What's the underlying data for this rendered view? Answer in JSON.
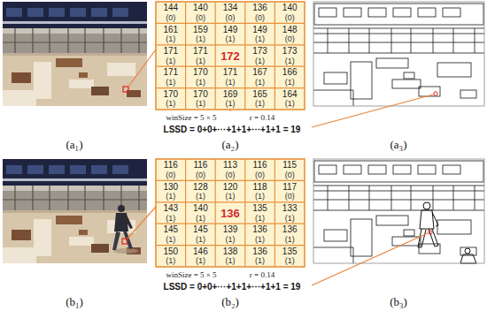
{
  "diagram": {
    "labels": [
      "144",
      "(0)",
      "140",
      "(0)",
      "134",
      "(0)",
      "136",
      "(0)",
      "140",
      "(0)",
      "161",
      "(1)",
      "159",
      "(1)",
      "149",
      "(1)",
      "149",
      "(1)",
      "148",
      "(0)",
      "171",
      "(1)",
      "171",
      "(1)",
      "172",
      "173",
      "(1)",
      "173",
      "(1)",
      "171",
      "(1)",
      "170",
      "(1)",
      "171",
      "(1)",
      "167",
      "(1)",
      "166",
      "(1)",
      "170",
      "(1)",
      "170",
      "(1)",
      "169",
      "(1)",
      "165",
      "(1)",
      "164",
      "(1)",
      "winSize = 5 × 5",
      "r = 0.14",
      "LSSD = 0+0+⋯+1+1+⋯+1+1 = 19",
      "(a₁)",
      "(a₂)",
      "(a₃)",
      "116",
      "(0)",
      "116",
      "(0)",
      "113",
      "(0)",
      "116",
      "(0)",
      "115",
      "(0)",
      "130",
      "(1)",
      "128",
      "(1)",
      "120",
      "(1)",
      "118",
      "(1)",
      "117",
      "(0)",
      "143",
      "(1)",
      "140",
      "(1)",
      "136",
      "135",
      "(1)",
      "133",
      "(1)",
      "145",
      "(1)",
      "145",
      "(1)",
      "139",
      "(1)",
      "136",
      "(1)",
      "136",
      "(1)",
      "150",
      "(1)",
      "146",
      "(1)",
      "138",
      "(1)",
      "136",
      "(1)",
      "135",
      "(1)",
      "winSize = 5 × 5",
      "r = 0.14",
      "LSSD = 0+0+⋯+1+1+⋯+1+1 = 19",
      "(b₁)",
      "(b₂)",
      "(b₃)"
    ]
  }
}
